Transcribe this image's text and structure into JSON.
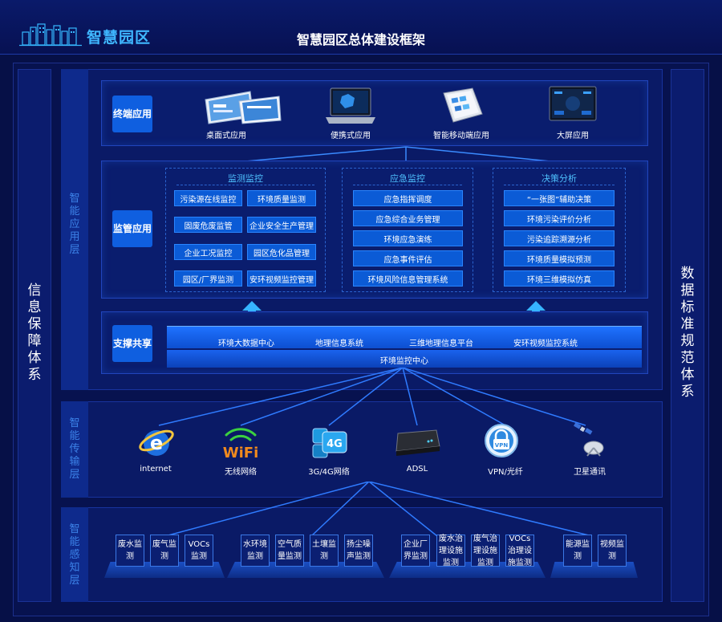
{
  "header": {
    "brand": "智慧园区",
    "title": "智慧园区总体建设框架"
  },
  "left_system": "信息保障体系",
  "right_system": "数据标准规范体系",
  "layers": {
    "app": "智能应用层",
    "trans": "智能传输层",
    "perc": "智能感知层"
  },
  "terminal": {
    "tag": "终端应用",
    "items": [
      "桌面式应用",
      "便携式应用",
      "智能移动端应用",
      "大屏应用"
    ]
  },
  "supervision": {
    "tag": "监管应用",
    "modules": [
      {
        "title": "监测监控",
        "items": [
          "污染源在线监控",
          "环境质量监测",
          "固废危废监管",
          "企业安全生产管理",
          "企业工况监控",
          "园区危化品管理",
          "园区/厂界监测",
          "安环视频监控管理"
        ]
      },
      {
        "title": "应急监控",
        "items": [
          "应急指挥调度",
          "应急综合业务管理",
          "环境应急演练",
          "应急事件评估",
          "环境风险信息管理系统"
        ]
      },
      {
        "title": "决策分析",
        "items": [
          "“一张图”辅助决策",
          "环境污染评价分析",
          "污染追踪溯源分析",
          "环境质量模拟预测",
          "环境三维模拟仿真"
        ]
      }
    ]
  },
  "support": {
    "tag": "支撑共享",
    "top_items": [
      "环境大数据中心",
      "地理信息系统",
      "三维地理信息平台",
      "安环视频监控系统"
    ],
    "bottom_item": "环境监控中心"
  },
  "network": {
    "items": [
      "internet",
      "无线网络",
      "3G/4G网络",
      "ADSL",
      "VPN/光纤",
      "卫星通讯"
    ],
    "icon_text": {
      "wifi": "WiFi",
      "g4": "4G",
      "vpn": "VPN"
    }
  },
  "sensors": [
    [
      "废水监测",
      "废气监测",
      "VOCs监测"
    ],
    [
      "水环境监测",
      "空气质量监测",
      "土壤监测",
      "扬尘噪声监测"
    ],
    [
      "企业厂界监测",
      "废水治理设施监测",
      "废气治理设施监测",
      "VOCs治理设施监测"
    ],
    [
      "能源监测",
      "视频监测"
    ]
  ],
  "colors": {
    "background": "#061047",
    "accent": "#0f5fe0",
    "title_cyan": "#3fb7ff",
    "layer_text": "#3c82e8"
  }
}
